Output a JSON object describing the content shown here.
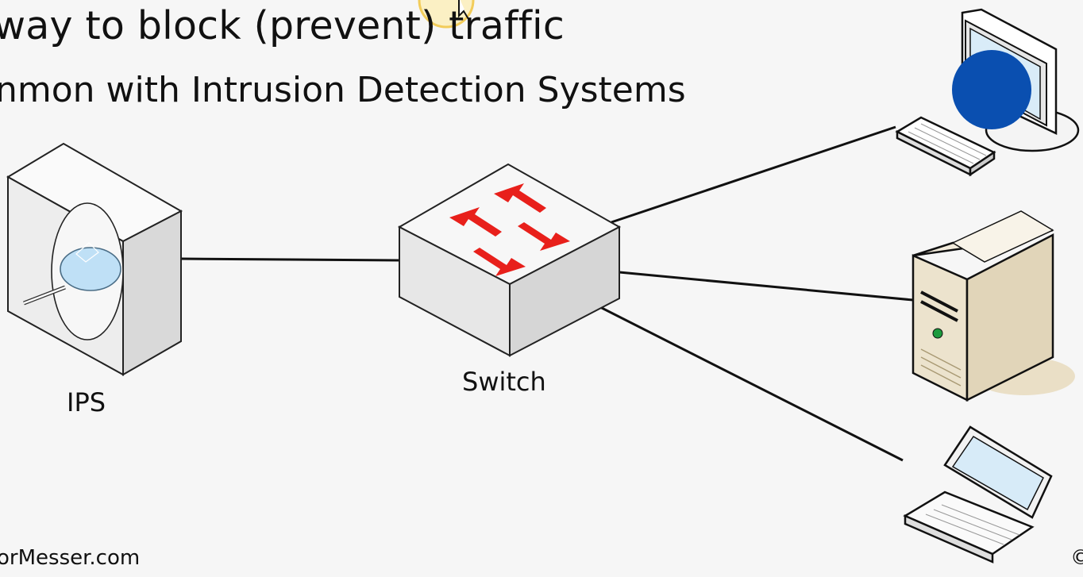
{
  "slide": {
    "line1": "way to block (prevent) traffic",
    "line2": "nmon with Intrusion Detection Systems"
  },
  "labels": {
    "ips": "IPS",
    "switch": "Switch"
  },
  "footer": {
    "left": "orMesser.com",
    "right": "©"
  },
  "icons": {
    "ips": "ips-appliance-icon",
    "switch": "network-switch-icon",
    "desktop": "desktop-computer-icon",
    "server": "tower-server-icon",
    "laptop": "laptop-icon",
    "cursor": "mouse-cursor-highlight-icon"
  },
  "colors": {
    "background": "#f6f6f6",
    "arrow_red": "#e8201b",
    "cursor_dot": "#0a4fb0",
    "server_body": "#ece3cd"
  }
}
